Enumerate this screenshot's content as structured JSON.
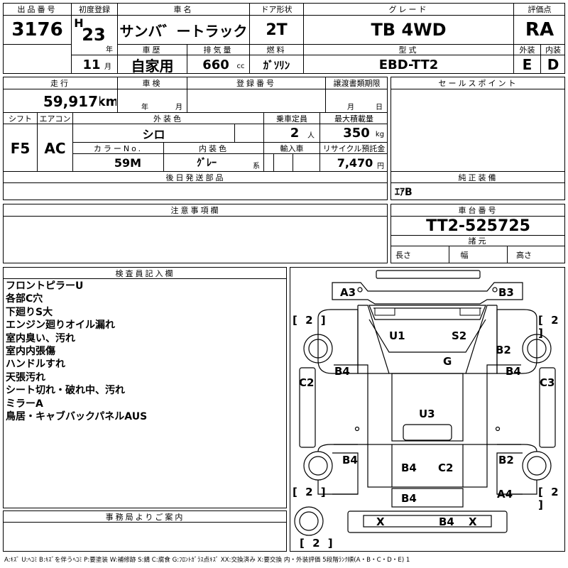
{
  "header": {
    "lot_label": "出品番号",
    "lot_number": "3176",
    "first_reg_label": "初度登録",
    "era": "H",
    "year": "23",
    "year_unit": "年",
    "month": "11",
    "month_unit": "月",
    "car_name_label": "車名",
    "car_name": "サンバ゛ートラック",
    "door_label": "ドア形状",
    "door": "2T",
    "grade_label": "グレード",
    "grade": "TB 4WD",
    "score_label": "評価点",
    "score": "RA",
    "history_label": "車歴",
    "history": "自家用",
    "displacement_label": "排気量",
    "displacement": "660",
    "displacement_unit": "cc",
    "fuel_label": "燃料",
    "fuel": "ｶﾞｿﾘﾝ",
    "model_label": "型式",
    "model": "EBD-TT2",
    "ext_label": "外装",
    "ext_score": "E",
    "int_label": "内装",
    "int_score": "D"
  },
  "row2": {
    "mileage_label": "走行",
    "mileage": "59,917",
    "mileage_unit": "km",
    "inspection_label": "車検",
    "inspection_year": "年",
    "inspection_month": "月",
    "reg_no_label": "登録番号",
    "transfer_label": "譲渡書類期限",
    "transfer_month": "月",
    "transfer_day": "日",
    "sales_point_label": "セールスポイント"
  },
  "row3": {
    "shift_label": "シフト",
    "shift": "F5",
    "ac_label": "エアコン",
    "ac": "AC",
    "ext_color_label": "外装色",
    "ext_color": "シロ",
    "capacity_label": "乗車定員",
    "capacity": "2",
    "capacity_unit": "人",
    "load_label": "最大積載量",
    "load": "350",
    "load_unit": "kg",
    "color_no_label": "カラーNo.",
    "color_no": "59M",
    "int_color_label": "内装色",
    "int_color": "ｸﾞﾚｰ",
    "int_color_unit": "系",
    "import_label": "輸入車",
    "recycle_label": "リサイクル預託金",
    "recycle": "7,470",
    "recycle_unit": "円"
  },
  "later_parts_label": "後日発送部品",
  "genuine_label": "純正装備",
  "genuine_value": "ｴｱB",
  "notes_label": "注意事項欄",
  "chassis_label": "車台番号",
  "chassis_value": "TT2-525725",
  "spec_label": "諸元",
  "length_label": "長さ",
  "width_label": "幅",
  "height_label": "高さ",
  "inspector_label": "検査員記入欄",
  "inspector_notes": [
    "フロントピラーU",
    "各部C穴",
    "下廻りS大",
    "エンジン廻りオイル漏れ",
    "室内臭い、汚れ",
    "室内内張傷",
    "ハンドルすれ",
    "天張汚れ",
    "シート切れ・破れ中、汚れ",
    "ミラーA",
    "鳥居・キャブバックパネルAUS"
  ],
  "office_label": "事務局よりご案内",
  "diagram": {
    "marks": [
      "A3",
      "B3",
      "[ 2 ]",
      "[ 2 ]",
      "U1",
      "S2",
      "B2",
      "G",
      "B4",
      "B4",
      "C2",
      "C3",
      "U3",
      "B4",
      "B2",
      "B4",
      "C2",
      "[ 2 ]",
      "[ 2 ]",
      "A4",
      "B4",
      "X",
      "B4",
      "X",
      "[ 2 ]"
    ]
  },
  "legend": "A:ｷｽﾞ U:ﾍｺﾐ B:ｷｽﾞを伴うﾍｺﾐ P:要塗装 W:補修跡 S:錆 C:腐食 G:ﾌﾛﾝﾄｶﾞﾗｽ点ｷｽﾞ XX:交換済み X:要交換 内・外装評価 5段階ﾗﾝｸ順(A・B・C・D・E) 1"
}
